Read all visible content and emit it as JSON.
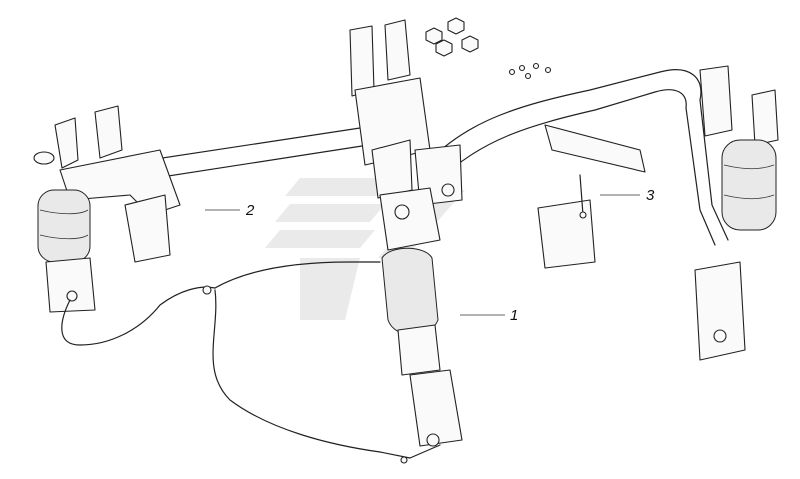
{
  "diagram": {
    "callouts": [
      {
        "id": "1",
        "text": "1"
      },
      {
        "id": "2",
        "text": "2"
      },
      {
        "id": "3",
        "text": "3"
      }
    ]
  }
}
